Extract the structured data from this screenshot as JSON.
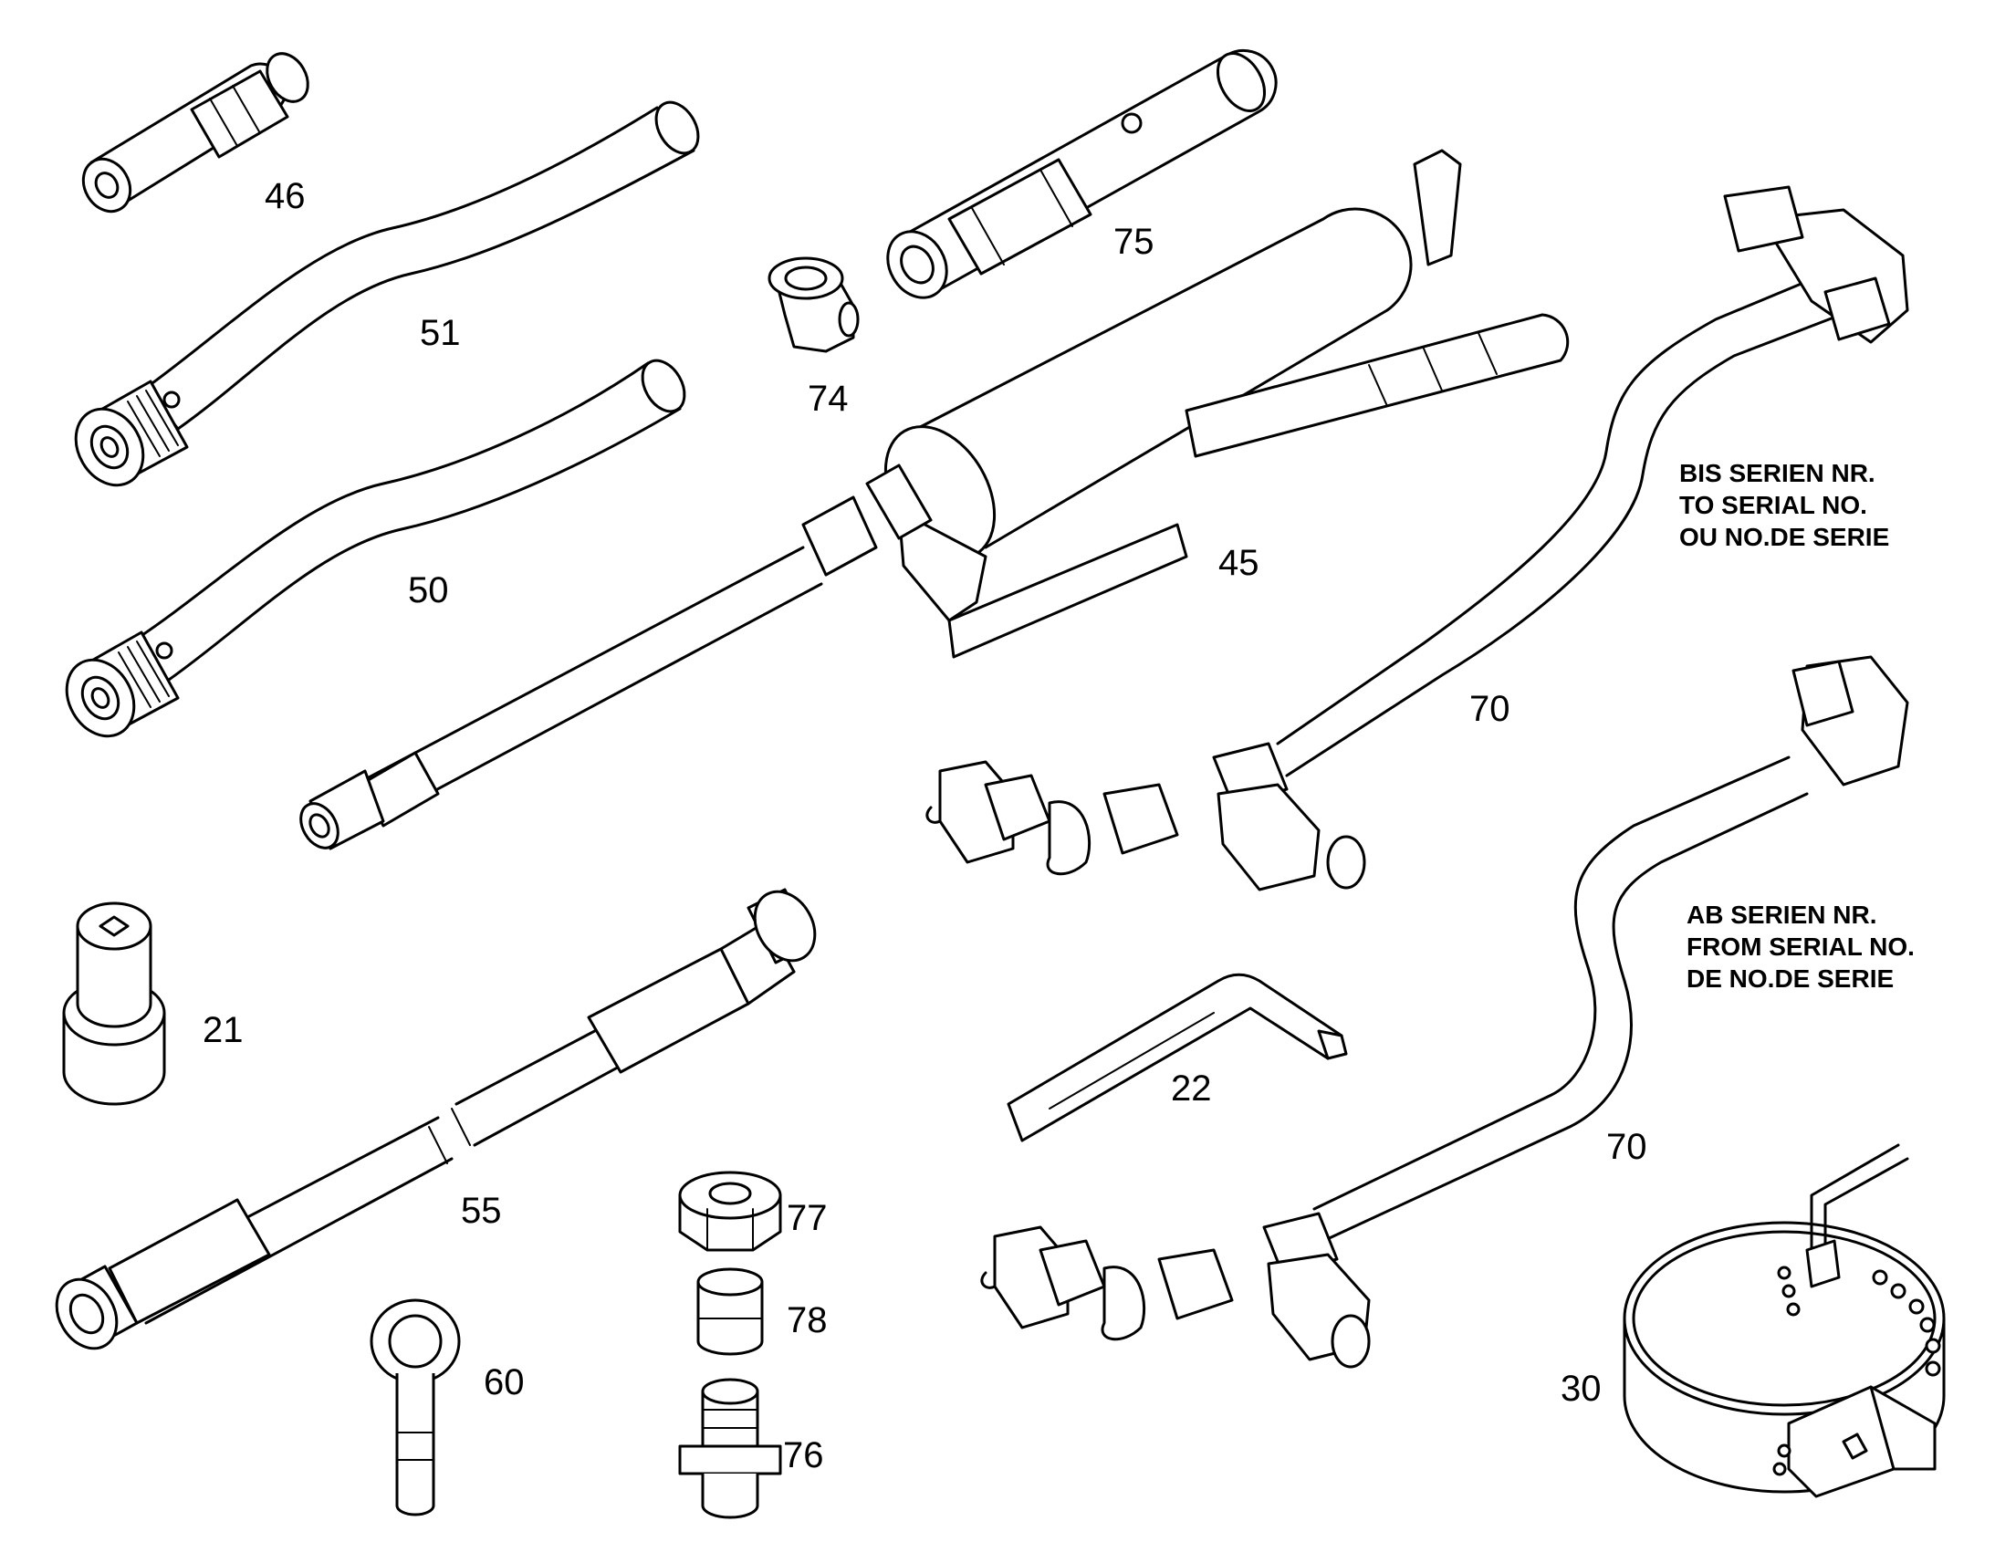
{
  "parts": [
    {
      "number": "46"
    },
    {
      "number": "51"
    },
    {
      "number": "50"
    },
    {
      "number": "74"
    },
    {
      "number": "75"
    },
    {
      "number": "45"
    },
    {
      "number": "70"
    },
    {
      "number": "70"
    },
    {
      "number": "21"
    },
    {
      "number": "55"
    },
    {
      "number": "22"
    },
    {
      "number": "77"
    },
    {
      "number": "78"
    },
    {
      "number": "76"
    },
    {
      "number": "60"
    },
    {
      "number": "30"
    }
  ],
  "notes": {
    "upper": [
      "BIS SERIEN NR.",
      "TO SERIAL NO.",
      "OU NO.DE SERIE"
    ],
    "lower": [
      "AB SERIEN NR.",
      "FROM SERIAL NO.",
      "DE NO.DE SERIE"
    ]
  }
}
